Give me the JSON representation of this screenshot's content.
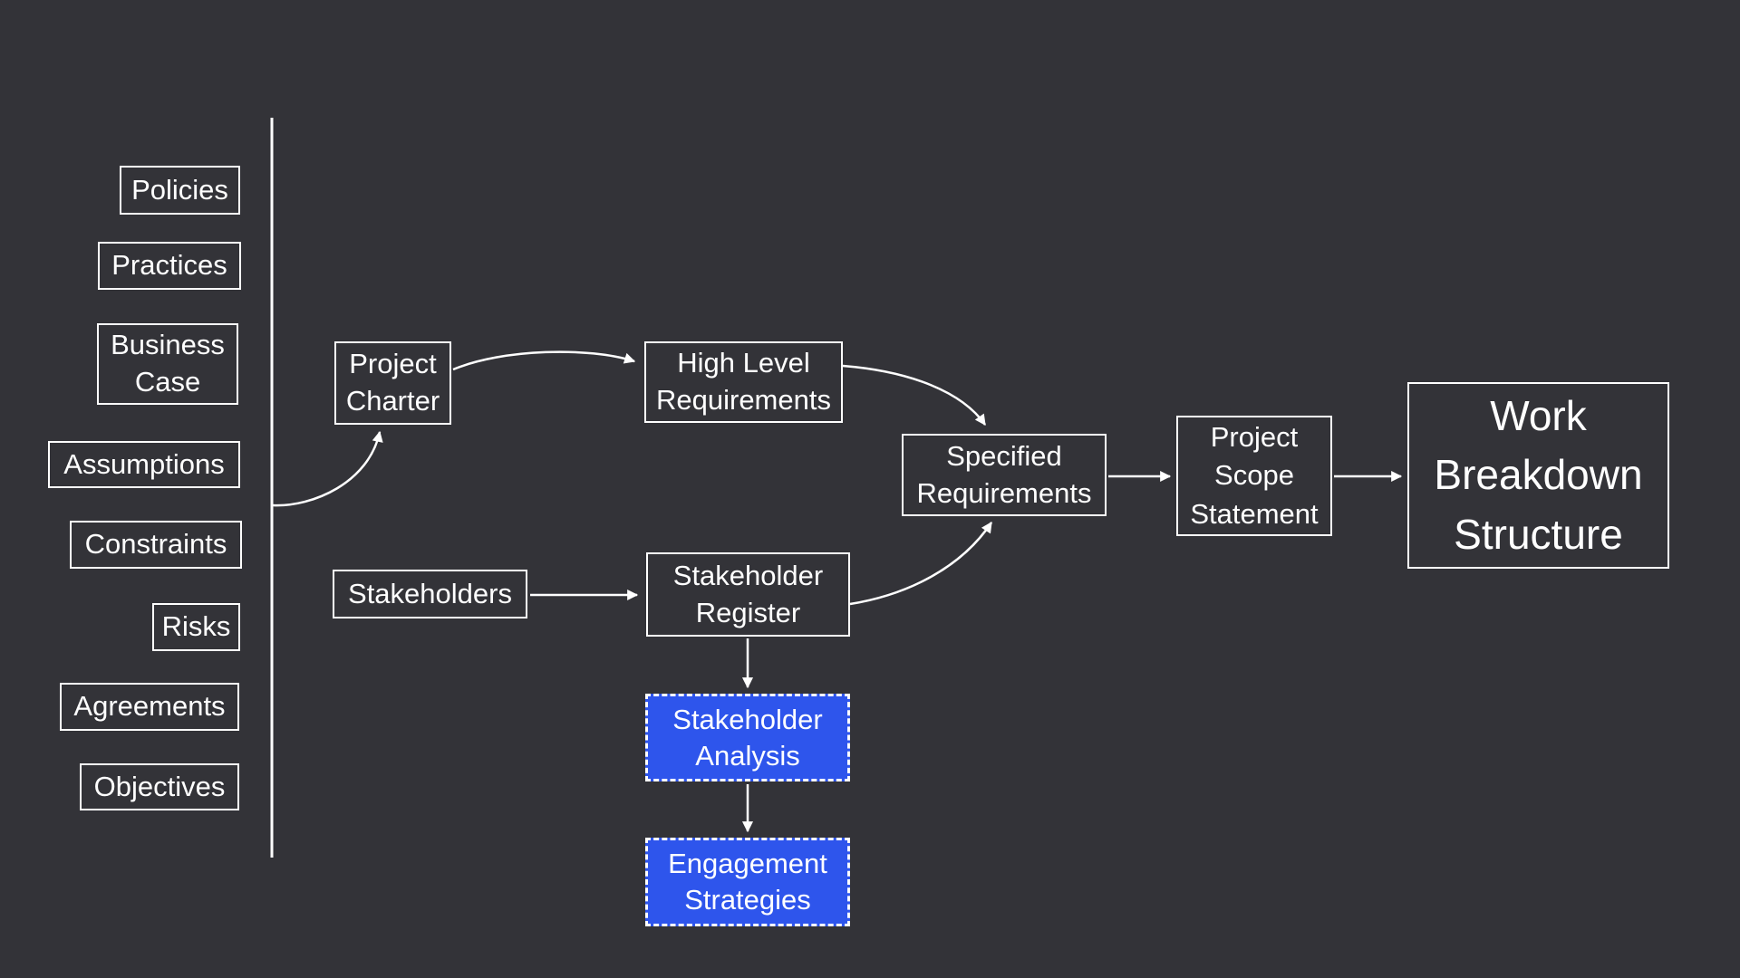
{
  "diagram": {
    "background_color": "#333338",
    "stroke_color": "#ffffff",
    "text_color": "#ffffff",
    "highlight_fill_color": "#2e55ec",
    "inputs": [
      "Policies",
      "Practices",
      "Business Case",
      "Assumptions",
      "Constraints",
      "Risks",
      "Agreements",
      "Objectives"
    ],
    "nodes": {
      "project_charter": "Project Charter",
      "high_level_requirements": "High Level Requirements",
      "specified_requirements": "Specified Requirements",
      "stakeholders": "Stakeholders",
      "stakeholder_register": "Stakeholder Register",
      "stakeholder_analysis": "Stakeholder Analysis",
      "engagement_strategies": "Engagement Strategies",
      "project_scope_statement": "Project Scope Statement",
      "work_breakdown_structure": "Work Breakdown Structure"
    },
    "connections": [
      {
        "from": "inputs_list",
        "to": "project_charter"
      },
      {
        "from": "project_charter",
        "to": "high_level_requirements"
      },
      {
        "from": "high_level_requirements",
        "to": "specified_requirements"
      },
      {
        "from": "stakeholders",
        "to": "stakeholder_register"
      },
      {
        "from": "stakeholder_register",
        "to": "specified_requirements"
      },
      {
        "from": "specified_requirements",
        "to": "project_scope_statement"
      },
      {
        "from": "project_scope_statement",
        "to": "work_breakdown_structure"
      },
      {
        "from": "stakeholder_register",
        "to": "stakeholder_analysis"
      },
      {
        "from": "stakeholder_analysis",
        "to": "engagement_strategies"
      }
    ]
  }
}
